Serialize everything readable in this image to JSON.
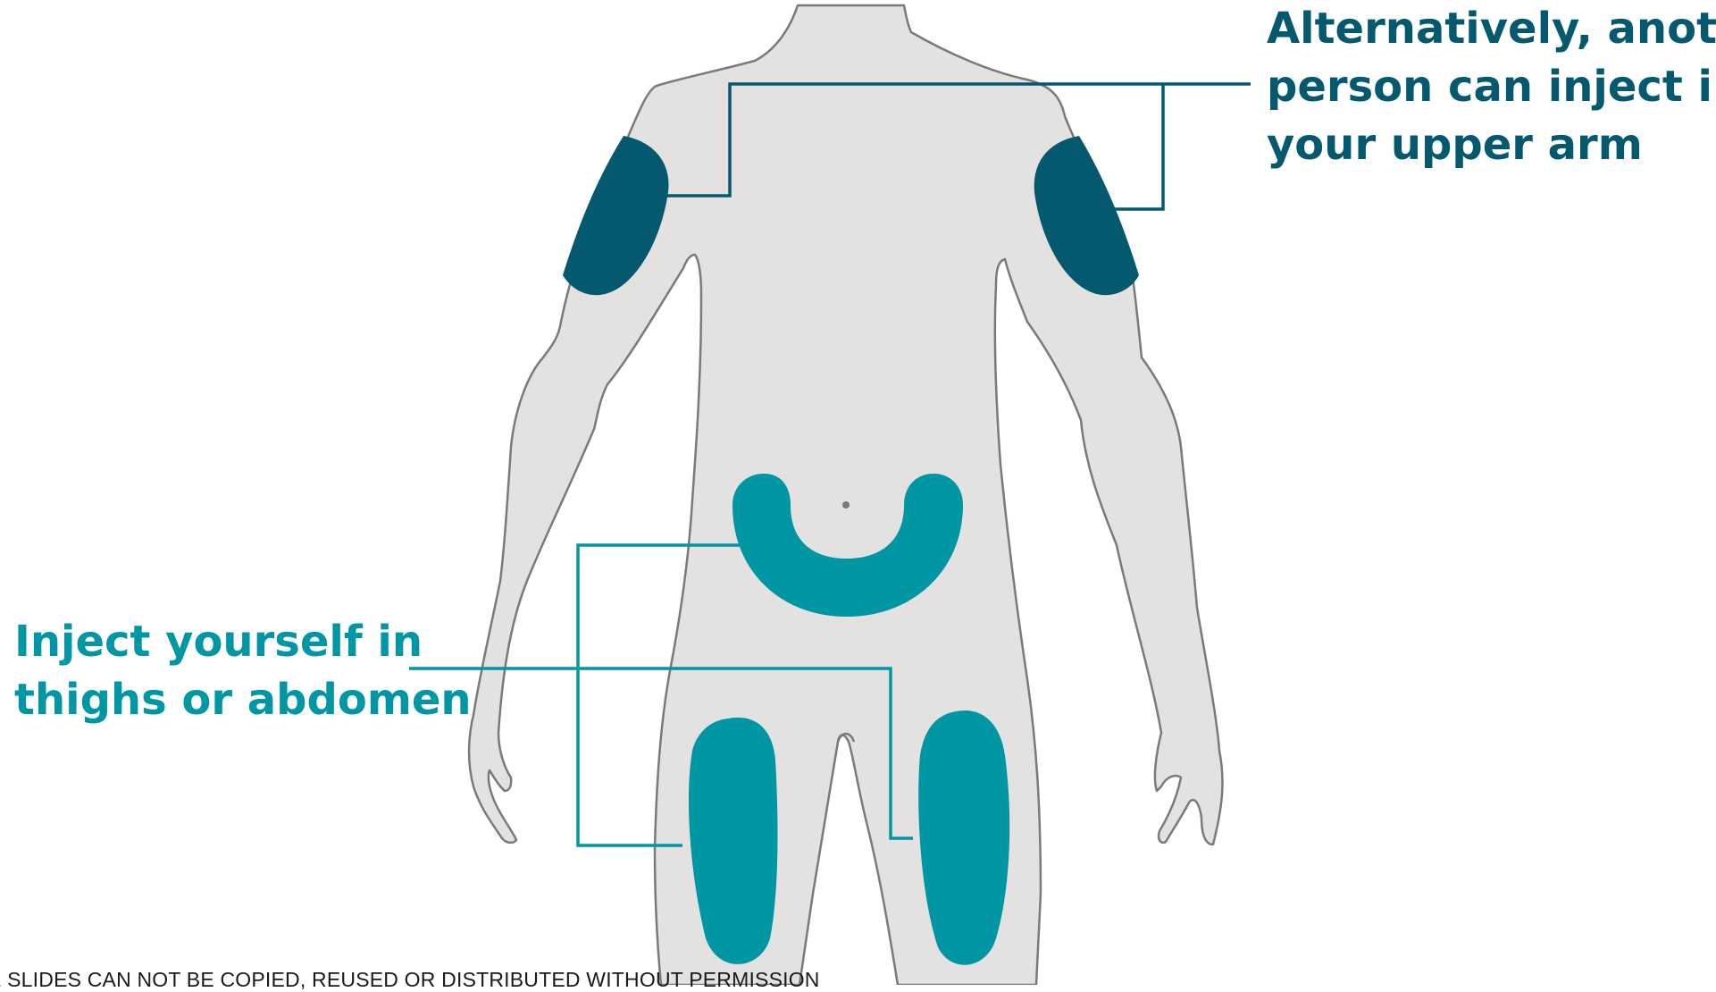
{
  "callouts": {
    "upper_arm": {
      "lines": [
        "Alternatively, another",
        "person can inject in",
        "your upper arm"
      ],
      "color": "#04596f"
    },
    "self": {
      "lines": [
        "Inject yourself in",
        "thighs or abdomen"
      ],
      "color": "#0096a3"
    }
  },
  "footer": {
    "text": "E SLIDES CAN NOT BE COPIED, REUSED OR DISTRIBUTED WITHOUT PERMISSION"
  },
  "colors": {
    "body_fill": "#e4e1e1",
    "body_outline": "#7a7a7a",
    "arm_site": "#04596f",
    "self_site": "#0096a3"
  }
}
